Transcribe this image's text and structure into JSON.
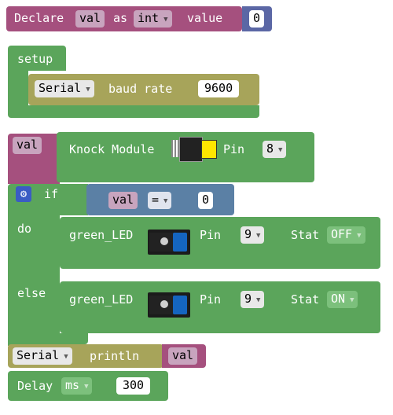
{
  "declare": {
    "label_declare": "Declare",
    "var_name": "val",
    "label_as": "as",
    "type": "int",
    "label_value": "value",
    "value": "0"
  },
  "setup": {
    "label": "setup"
  },
  "serial_baud": {
    "port": "Serial",
    "label": "baud rate",
    "value": "9600"
  },
  "knock": {
    "var": "val",
    "label": "Knock Module",
    "pin_label": "Pin",
    "pin": "8"
  },
  "if_block": {
    "if_label": "if",
    "do_label": "do",
    "else_label": "else",
    "cond_left": "val",
    "cond_op": "=",
    "cond_right": "0"
  },
  "led_do": {
    "label": "green_LED",
    "pin_label": "Pin",
    "pin": "9",
    "stat_label": "Stat",
    "stat": "OFF"
  },
  "led_else": {
    "label": "green_LED",
    "pin_label": "Pin",
    "pin": "9",
    "stat_label": "Stat",
    "stat": "ON"
  },
  "println": {
    "port": "Serial",
    "label": "println",
    "arg": "val"
  },
  "delay": {
    "label": "Delay",
    "unit": "ms",
    "value": "300"
  },
  "colors": {
    "variable": "#a5507e",
    "variable_field": "#c8a4be",
    "setup": "#5ba55b",
    "serial": "#a7a45a",
    "logic": "#5b80a5",
    "math": "#5b67a5",
    "field_bg": "#e8e8e8"
  }
}
